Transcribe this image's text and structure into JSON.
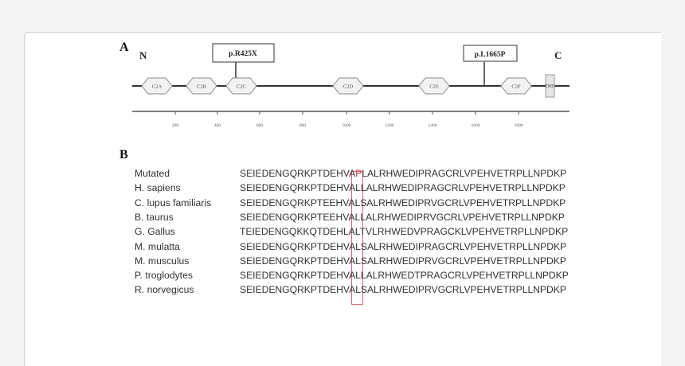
{
  "figure": {
    "panel_a": {
      "label": "A",
      "n_terminal": "N",
      "c_terminal": "C",
      "mutations": [
        {
          "label": "p.R425X"
        },
        {
          "label": "p.L1665P"
        }
      ],
      "domains": [
        "C2A",
        "C2B",
        "C2C",
        "C2D",
        "C2E",
        "C2F",
        "TMD"
      ],
      "axis_ticks": [
        "200",
        "400",
        "600",
        "800",
        "1000",
        "1200",
        "1400",
        "1600",
        "1800"
      ]
    },
    "panel_b": {
      "label": "B",
      "rows": [
        {
          "species": "Mutated",
          "pre": "SEIEDENGQRKPTDEHVA",
          "hl": "P",
          "post": "LALRHWEDIPRAGCRLVPEHVETRPLLNPDKP"
        },
        {
          "species": "H. sapiens",
          "pre": "SEIEDENGQRKPTDEHVAL",
          "hl": "",
          "post": "LALRHWEDIPRAGCRLVPEHVETRPLLNPDKP"
        },
        {
          "species": "C. lupus familiaris",
          "pre": "SEIEDENGQRKPTEEHVAL",
          "hl": "",
          "post": "SALRHWEDIPRVGCRLVPEHVETRPLLNPDKP"
        },
        {
          "species": "B. taurus",
          "pre": "SEIEDENGQRKPTEEHVAL",
          "hl": "",
          "post": "LALRHWEDIPRVGCRLVPEHVETRPLLNPDKP"
        },
        {
          "species": "G. Gallus",
          "pre": "TEIEDENGQKKQTDEHLAL",
          "hl": "",
          "post": "TVLRHWEDVPRAGCKLVPEHVETRPLLNPDKP"
        },
        {
          "species": "M. mulatta",
          "pre": "SEIEDENGQRKPTDEHVAL",
          "hl": "",
          "post": "SALRHWEDIPRAGCRLVPEHVETRPLLNPDKP"
        },
        {
          "species": "M. musculus",
          "pre": "SEIEDENGQRKPTDEHVAL",
          "hl": "",
          "post": "SALRHWEDIPRVGCRLVPEHVETRPLLNPDKP"
        },
        {
          "species": "P. troglodytes",
          "pre": "SEIEDENGQRKPTDEHVAL",
          "hl": "",
          "post": "LALRHWEDTPRAGCRLVPEHVETRPLLNPDKP"
        },
        {
          "species": "R. norvegicus",
          "pre": "SEIEDENGQRKPTDEHVAL",
          "hl": "",
          "post": "SALRHWEDIPRVGCRLVPEHVETRPLLNPDKP"
        }
      ],
      "highlight_color": "#e06070"
    }
  }
}
